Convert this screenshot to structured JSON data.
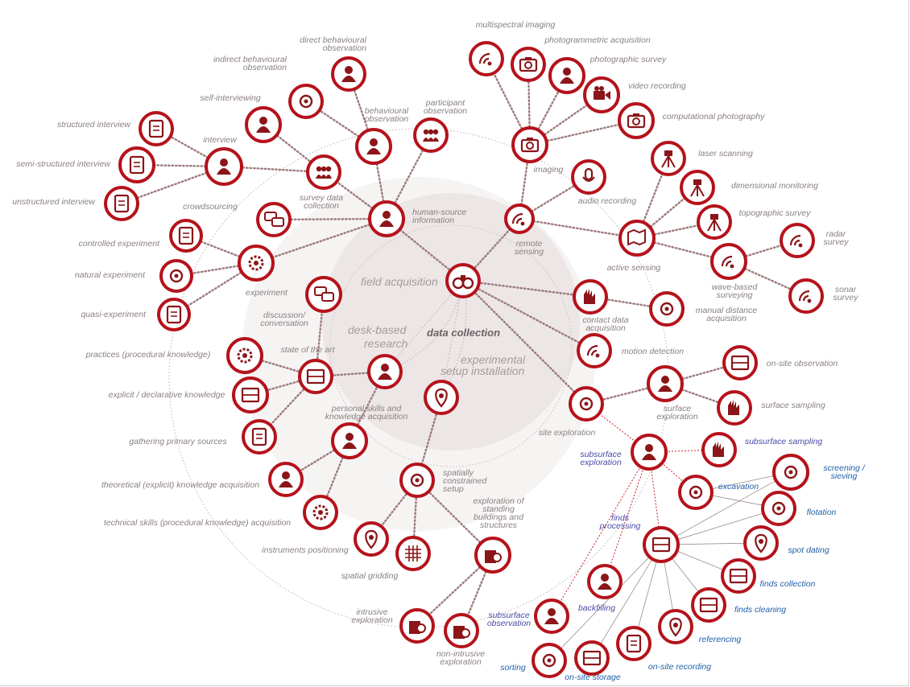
{
  "center_label": "data collection",
  "zones": {
    "field_acquisition": "field acquisition",
    "desk_based_research": [
      "desk-based",
      "research"
    ],
    "experimental_setup": [
      "experimental",
      "setup installation"
    ]
  },
  "colors": {
    "node_ring": "#b5121b",
    "node_fill": "#ffffff",
    "icon": "#8b1519",
    "link_dotted": "#9c7b7d",
    "link_red": "#c82228",
    "label_grey": "#8a7f80",
    "label_blue": "#1f5fa8",
    "label_purple": "#4a4aa8"
  },
  "nodes": [
    {
      "id": "binoculars",
      "icon": "binoculars-icon",
      "label": []
    },
    {
      "id": "human_source",
      "icon": "magnifier-person-icon",
      "label": [
        "human-source",
        "information"
      ],
      "style": "grey"
    },
    {
      "id": "remote_sensing",
      "icon": "sensor-icon",
      "label": [
        "remote",
        "sensing"
      ],
      "style": "grey"
    },
    {
      "id": "contact_data",
      "icon": "hand-icon",
      "label": [
        "contact data",
        "acquisition"
      ],
      "style": "grey"
    },
    {
      "id": "motion_detection",
      "icon": "motion-icon",
      "label": [
        "motion detection"
      ],
      "style": "grey"
    },
    {
      "id": "site_exploration",
      "icon": "landscape-icon",
      "label": [
        "site exploration"
      ],
      "style": "grey"
    },
    {
      "id": "state_of_the_art",
      "icon": "archive-box-icon",
      "label": [
        "state of the art"
      ],
      "style": "grey"
    },
    {
      "id": "lamp",
      "icon": "desk-lamp-icon",
      "label": []
    },
    {
      "id": "pin_setup",
      "icon": "location-pin-icon",
      "label": []
    },
    {
      "id": "spatial_setup",
      "icon": "bulb-icon",
      "label": [
        "spatially",
        "constrained",
        "setup"
      ],
      "style": "grey"
    },
    {
      "id": "experiment",
      "icon": "head-gear-icon",
      "label": [
        "experiment"
      ],
      "style": "grey"
    },
    {
      "id": "controlled_experiment",
      "icon": "clipboard-chart-icon",
      "label": [
        "controlled experiment"
      ],
      "style": "grey"
    },
    {
      "id": "natural_experiment",
      "icon": "cube-flask-icon",
      "label": [
        "natural experiment"
      ],
      "style": "grey"
    },
    {
      "id": "quasi_experiment",
      "icon": "question-doc-icon",
      "label": [
        "quasi-experiment"
      ],
      "style": "grey"
    },
    {
      "id": "crowdsourcing",
      "icon": "crowd-speech-icon",
      "label": [
        "crowdsourcing"
      ],
      "style": "grey"
    },
    {
      "id": "survey_data",
      "icon": "group-question-icon",
      "label": [
        "survey data",
        "collection"
      ],
      "style": "grey"
    },
    {
      "id": "interview",
      "icon": "interview-table-icon",
      "label": [
        "interview"
      ],
      "style": "grey"
    },
    {
      "id": "structured_interview",
      "icon": "clipboard-list-icon",
      "label": [
        "structured interview"
      ],
      "style": "grey"
    },
    {
      "id": "semi_structured_interview",
      "icon": "clipboard-people-icon",
      "label": [
        "semi-structured interview"
      ],
      "style": "grey"
    },
    {
      "id": "unstructured_interview",
      "icon": "clipboard-empty-icon",
      "label": [
        "unstructured interview"
      ],
      "style": "grey"
    },
    {
      "id": "self_interviewing",
      "icon": "desk-person-icon",
      "label": [
        "self-interviewing"
      ],
      "style": "grey"
    },
    {
      "id": "indirect_behavioural",
      "icon": "camera-cctv-icon",
      "label": [
        "indirect behavioural",
        "observation"
      ],
      "style": "grey"
    },
    {
      "id": "direct_behavioural",
      "icon": "observer-icon",
      "label": [
        "direct behavioural",
        "observation"
      ],
      "style": "grey"
    },
    {
      "id": "behavioural_observation",
      "icon": "head-silhouette-icon",
      "label": [
        "behavioural",
        "observation"
      ],
      "style": "grey"
    },
    {
      "id": "participant_observation",
      "icon": "group-people-icon",
      "label": [
        "participant",
        "observation"
      ],
      "style": "grey"
    },
    {
      "id": "discussion",
      "icon": "speech-bubbles-icon",
      "label": [
        "discussion/",
        "conversation"
      ],
      "style": "grey"
    },
    {
      "id": "imaging",
      "icon": "camera-icon",
      "label": [
        "imaging"
      ],
      "style": "grey"
    },
    {
      "id": "multispectral",
      "icon": "multispectral-icon",
      "label": [
        "multispectral imaging"
      ],
      "style": "grey"
    },
    {
      "id": "photogrammetric",
      "icon": "camera-ruler-icon",
      "label": [
        "photogrammetric acquisition"
      ],
      "style": "grey"
    },
    {
      "id": "photographic_survey",
      "icon": "photographer-icon",
      "label": [
        "photographic survey"
      ],
      "style": "grey"
    },
    {
      "id": "video_recording",
      "icon": "video-camera-icon",
      "label": [
        "video recording"
      ],
      "style": "grey"
    },
    {
      "id": "computational_photography",
      "icon": "computer-camera-icon",
      "label": [
        "computational photography"
      ],
      "style": "grey"
    },
    {
      "id": "audio_recording",
      "icon": "microphone-icon",
      "label": [
        "audio recording"
      ],
      "style": "grey"
    },
    {
      "id": "active_sensing",
      "icon": "map-icon",
      "label": [
        "active sensing"
      ],
      "style": "grey"
    },
    {
      "id": "laser_scanning",
      "icon": "laser-tripod-icon",
      "label": [
        "laser scanning"
      ],
      "style": "grey"
    },
    {
      "id": "dimensional_monitoring",
      "icon": "level-balance-icon",
      "label": [
        "dimensional monitoring"
      ],
      "style": "grey"
    },
    {
      "id": "topographic_survey",
      "icon": "theodolite-icon",
      "label": [
        "topographic survey"
      ],
      "style": "grey"
    },
    {
      "id": "wave_based",
      "icon": "cone-waves-icon",
      "label": [
        "wave-based",
        "surveying"
      ],
      "style": "grey"
    },
    {
      "id": "radar_survey",
      "icon": "radar-dish-icon",
      "label": [
        "radar",
        "survey"
      ],
      "style": "grey"
    },
    {
      "id": "sonar_survey",
      "icon": "sonar-icon",
      "label": [
        "sonar",
        "survey"
      ],
      "style": "grey"
    },
    {
      "id": "manual_distance",
      "icon": "tape-measure-icon",
      "label": [
        "manual distance",
        "acquisition"
      ],
      "style": "grey"
    },
    {
      "id": "on_site_observation",
      "icon": "observer-box-icon",
      "label": [
        "on-site observation"
      ],
      "style": "grey"
    },
    {
      "id": "surface_exploration",
      "icon": "walker-icon",
      "label": [
        "surface",
        "exploration"
      ],
      "style": "grey"
    },
    {
      "id": "surface_sampling",
      "icon": "hand-sample-icon",
      "label": [
        "surface sampling"
      ],
      "style": "grey"
    },
    {
      "id": "subsurface_exploration",
      "icon": "digger-icon",
      "label": [
        "subsurface",
        "exploration"
      ],
      "style": "purple"
    },
    {
      "id": "subsurface_sampling",
      "icon": "hand-soil-icon",
      "label": [
        "subsurface sampling"
      ],
      "style": "purple"
    },
    {
      "id": "screening",
      "icon": "sieve-icon",
      "label": [
        "screening /",
        "sieving"
      ],
      "style": "blue"
    },
    {
      "id": "excavation",
      "icon": "trowel-icon",
      "label": [
        "excavation"
      ],
      "style": "blue"
    },
    {
      "id": "flotation",
      "icon": "flotation-icon",
      "label": [
        "flotation"
      ],
      "style": "blue"
    },
    {
      "id": "finds_processing",
      "icon": "cycle-box-icon",
      "label": [
        "finds",
        "processing"
      ],
      "style": "purple"
    },
    {
      "id": "spot_dating",
      "icon": "clock-pin-icon",
      "label": [
        "spot dating"
      ],
      "style": "blue"
    },
    {
      "id": "finds_collection",
      "icon": "hand-box-icon",
      "label": [
        "finds collection"
      ],
      "style": "blue"
    },
    {
      "id": "finds_cleaning",
      "icon": "brush-box-icon",
      "label": [
        "finds cleaning"
      ],
      "style": "blue"
    },
    {
      "id": "referencing",
      "icon": "pin-ground-icon",
      "label": [
        "referencing"
      ],
      "style": "blue"
    },
    {
      "id": "on_site_recording",
      "icon": "notebook-icon",
      "label": [
        "on-site recording"
      ],
      "style": "blue"
    },
    {
      "id": "on_site_storage",
      "icon": "shelves-icon",
      "label": [
        "on-site storage"
      ],
      "style": "blue"
    },
    {
      "id": "sorting",
      "icon": "sorting-icon",
      "label": [
        "sorting"
      ],
      "style": "blue"
    },
    {
      "id": "backfilling",
      "icon": "shovel-person-icon",
      "label": [
        "backfilling"
      ],
      "style": "purple"
    },
    {
      "id": "subsurface_observation",
      "icon": "observer-dig-icon",
      "label": [
        "subsurface",
        "observation"
      ],
      "style": "purple"
    },
    {
      "id": "standing_buildings",
      "icon": "building-magnifier-icon",
      "label": [
        "exploration of",
        "standing",
        "buildings and",
        "structures"
      ],
      "style": "grey"
    },
    {
      "id": "non_intrusive",
      "icon": "building-eye-icon",
      "label": [
        "non-intrusive",
        "exploration"
      ],
      "style": "grey"
    },
    {
      "id": "intrusive",
      "icon": "building-pick-icon",
      "label": [
        "intrusive",
        "exploration"
      ],
      "style": "grey"
    },
    {
      "id": "spatial_gridding",
      "icon": "grid-icon",
      "label": [
        "spatial gridding"
      ],
      "style": "grey"
    },
    {
      "id": "instruments_positioning",
      "icon": "tools-pin-icon",
      "label": [
        "instruments positioning"
      ],
      "style": "grey"
    },
    {
      "id": "personal_skills",
      "icon": "head-person-icon",
      "label": [
        "personal skills and",
        "knowledge acquisition"
      ],
      "style": "grey"
    },
    {
      "id": "technical_skills",
      "icon": "head-gear-dots-icon",
      "label": [
        "technical skills (procedural knowledge) acquisition"
      ],
      "style": "grey"
    },
    {
      "id": "theoretical_knowledge",
      "icon": "head-book-icon",
      "label": [
        "theoretical (explicit) knowledge acquisition"
      ],
      "style": "grey"
    },
    {
      "id": "primary_sources",
      "icon": "scroll-icon",
      "label": [
        "gathering primary sources"
      ],
      "style": "grey"
    },
    {
      "id": "explicit_knowledge",
      "icon": "books-icon",
      "label": [
        "explicit / declarative knowledge"
      ],
      "style": "grey"
    },
    {
      "id": "practices",
      "icon": "gear-icon",
      "label": [
        "practices (procedural knowledge)"
      ],
      "style": "grey"
    }
  ],
  "links": [
    [
      "binoculars",
      "human_source",
      "d"
    ],
    [
      "binoculars",
      "remote_sensing",
      "d"
    ],
    [
      "binoculars",
      "contact_data",
      "d"
    ],
    [
      "binoculars",
      "motion_detection",
      "d"
    ],
    [
      "binoculars",
      "site_exploration",
      "d"
    ],
    [
      "binoculars",
      "lamp",
      "c"
    ],
    [
      "binoculars",
      "pin_setup",
      "c"
    ],
    [
      "human_source",
      "survey_data",
      "d"
    ],
    [
      "human_source",
      "crowdsourcing",
      "d"
    ],
    [
      "human_source",
      "experiment",
      "d"
    ],
    [
      "human_source",
      "behavioural_observation",
      "d"
    ],
    [
      "human_source",
      "participant_observation",
      "d"
    ],
    [
      "survey_data",
      "interview",
      "d"
    ],
    [
      "interview",
      "structured_interview",
      "d"
    ],
    [
      "interview",
      "semi_structured_interview",
      "d"
    ],
    [
      "interview",
      "unstructured_interview",
      "d"
    ],
    [
      "survey_data",
      "self_interviewing",
      "d"
    ],
    [
      "behavioural_observation",
      "indirect_behavioural",
      "d"
    ],
    [
      "behavioural_observation",
      "direct_behavioural",
      "d"
    ],
    [
      "experiment",
      "controlled_experiment",
      "d"
    ],
    [
      "experiment",
      "natural_experiment",
      "d"
    ],
    [
      "experiment",
      "quasi_experiment",
      "d"
    ],
    [
      "remote_sensing",
      "imaging",
      "d"
    ],
    [
      "remote_sensing",
      "audio_recording",
      "d"
    ],
    [
      "remote_sensing",
      "active_sensing",
      "d"
    ],
    [
      "imaging",
      "multispectral",
      "d"
    ],
    [
      "imaging",
      "photogrammetric",
      "d"
    ],
    [
      "imaging",
      "photographic_survey",
      "d"
    ],
    [
      "imaging",
      "video_recording",
      "d"
    ],
    [
      "imaging",
      "computational_photography",
      "d"
    ],
    [
      "active_sensing",
      "laser_scanning",
      "d"
    ],
    [
      "active_sensing",
      "dimensional_monitoring",
      "d"
    ],
    [
      "active_sensing",
      "topographic_survey",
      "d"
    ],
    [
      "active_sensing",
      "wave_based",
      "d"
    ],
    [
      "wave_based",
      "radar_survey",
      "d"
    ],
    [
      "wave_based",
      "sonar_survey",
      "d"
    ],
    [
      "contact_data",
      "manual_distance",
      "d"
    ],
    [
      "site_exploration",
      "surface_exploration",
      "d"
    ],
    [
      "surface_exploration",
      "on_site_observation",
      "d"
    ],
    [
      "surface_exploration",
      "surface_sampling",
      "d"
    ],
    [
      "site_exploration",
      "subsurface_exploration",
      "r"
    ],
    [
      "subsurface_exploration",
      "subsurface_sampling",
      "r"
    ],
    [
      "subsurface_exploration",
      "excavation",
      "r"
    ],
    [
      "subsurface_exploration",
      "finds_processing",
      "r"
    ],
    [
      "subsurface_exploration",
      "backfilling",
      "r"
    ],
    [
      "subsurface_exploration",
      "subsurface_observation",
      "r"
    ],
    [
      "excavation",
      "screening",
      "t"
    ],
    [
      "excavation",
      "flotation",
      "t"
    ],
    [
      "finds_processing",
      "screening",
      "t"
    ],
    [
      "finds_processing",
      "flotation",
      "t"
    ],
    [
      "finds_processing",
      "spot_dating",
      "t"
    ],
    [
      "finds_processing",
      "finds_collection",
      "t"
    ],
    [
      "finds_processing",
      "finds_cleaning",
      "t"
    ],
    [
      "finds_processing",
      "referencing",
      "t"
    ],
    [
      "finds_processing",
      "on_site_recording",
      "t"
    ],
    [
      "finds_processing",
      "on_site_storage",
      "t"
    ],
    [
      "finds_processing",
      "sorting",
      "t"
    ],
    [
      "state_of_the_art",
      "lamp",
      "d"
    ],
    [
      "state_of_the_art",
      "practices",
      "d"
    ],
    [
      "state_of_the_art",
      "explicit_knowledge",
      "d"
    ],
    [
      "state_of_the_art",
      "primary_sources",
      "d"
    ],
    [
      "state_of_the_art",
      "discussion",
      "d"
    ],
    [
      "personal_skills",
      "technical_skills",
      "d"
    ],
    [
      "personal_skills",
      "theoretical_knowledge",
      "d"
    ],
    [
      "personal_skills",
      "lamp",
      "d"
    ],
    [
      "pin_setup",
      "spatial_setup",
      "d"
    ],
    [
      "spatial_setup",
      "spatial_gridding",
      "d"
    ],
    [
      "spatial_setup",
      "instruments_positioning",
      "d"
    ],
    [
      "spatial_setup",
      "standing_buildings",
      "d"
    ],
    [
      "standing_buildings",
      "non_intrusive",
      "d"
    ],
    [
      "standing_buildings",
      "intrusive",
      "d"
    ]
  ]
}
